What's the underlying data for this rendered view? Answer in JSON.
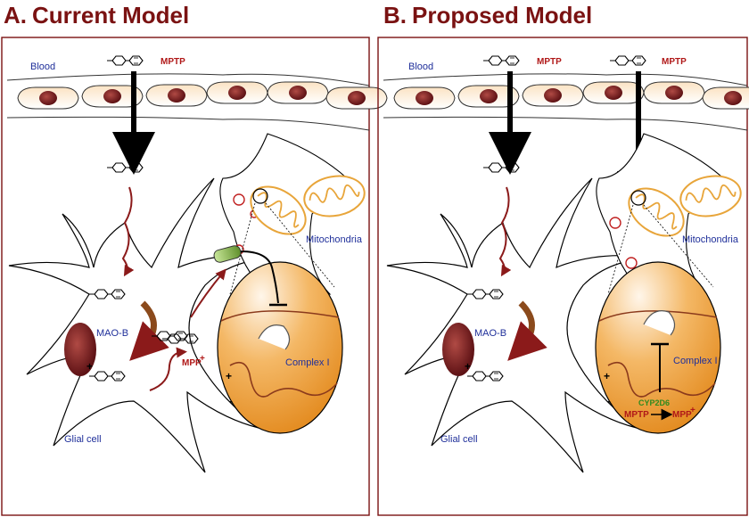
{
  "panel_a": {
    "letter": "A.",
    "title": "Current Model",
    "blood": "Blood",
    "mptp": "MPTP",
    "mitochondria": "Mitochondria",
    "mao_b": "MAO-B",
    "mpp": "MPP",
    "mpp_sup": "+",
    "complex_i": "Complex I",
    "glial_cell": "Glial cell",
    "plus": "+",
    "minus": "-"
  },
  "panel_b": {
    "letter": "B.",
    "title": "Proposed Model",
    "blood": "Blood",
    "mptp_left": "MPTP",
    "mptp_right": "MPTP",
    "mitochondria": "Mitochondria",
    "mao_b": "MAO-B",
    "complex_i": "Complex I",
    "cyp2d6": "CYP2D6",
    "reaction_from": "MPTP",
    "reaction_to": "MPP",
    "reaction_to_sup": "+",
    "glial_cell": "Glial cell",
    "plus": "+",
    "minus": "-"
  },
  "colors": {
    "title": "#7a1212",
    "label_blue": "#1f2f9a",
    "label_red": "#b01818",
    "label_green": "#2f8a1e",
    "panel_border": "#7a1212",
    "nucleus": "#7a1f22",
    "mitochondria": "#e8a53a",
    "matrix_orange": "#e9982f",
    "mao_arrow": "#8b4a1c"
  }
}
